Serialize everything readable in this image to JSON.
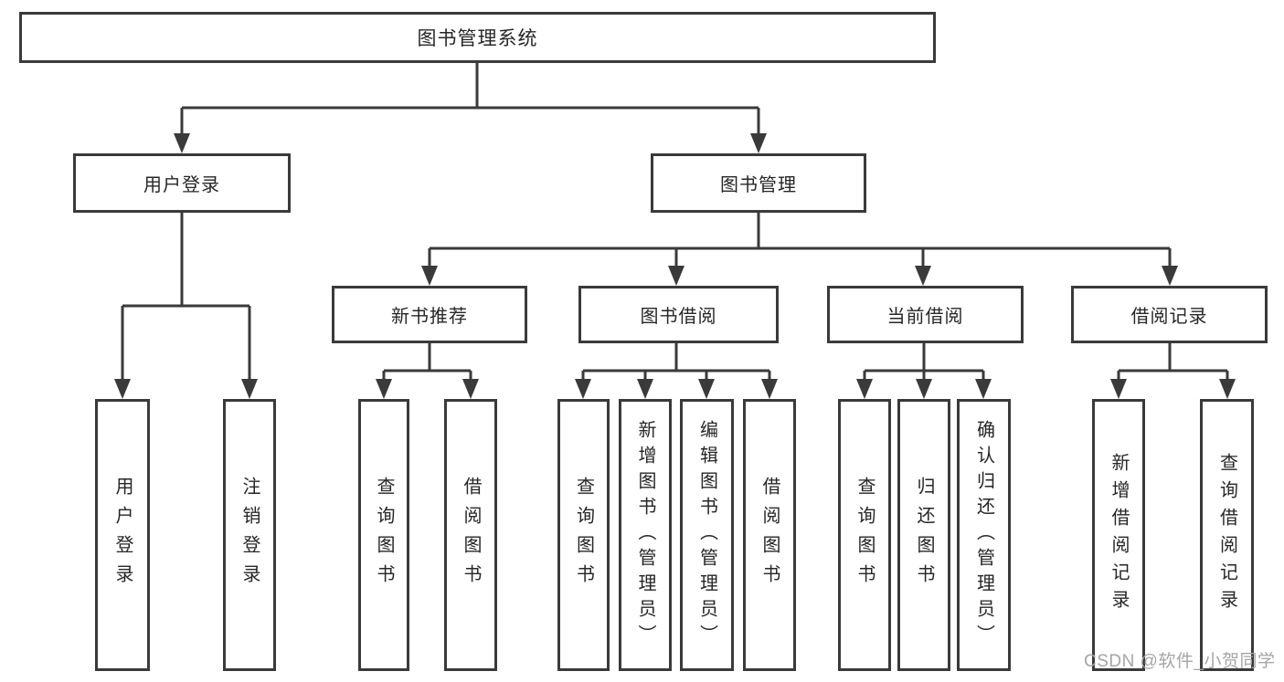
{
  "colors": {
    "line": "#3a3a3a",
    "text": "#262626",
    "watermark": "#a5a5a5",
    "background": "#ffffff"
  },
  "watermark": {
    "text": "CSDN @软件_小贺同学"
  },
  "diagram": {
    "root": {
      "label": "图书管理系统"
    },
    "level2": {
      "user_login": {
        "label": "用户登录"
      },
      "book_management": {
        "label": "图书管理"
      }
    },
    "level3": {
      "new_book_recommend": {
        "label": "新书推荐"
      },
      "book_borrow": {
        "label": "图书借阅"
      },
      "current_borrow": {
        "label": "当前借阅"
      },
      "borrow_records": {
        "label": "借阅记录"
      }
    },
    "leaves": {
      "user_login": {
        "label": "用户登录"
      },
      "logout": {
        "label": "注销登录"
      },
      "nb_query": {
        "label": "查询图书"
      },
      "nb_borrow": {
        "label": "借阅图书"
      },
      "bb_query": {
        "label": "查询图书"
      },
      "bb_add": {
        "label": "新增图书（管理员）"
      },
      "bb_edit": {
        "label": "编辑图书（管理员）"
      },
      "bb_borrow": {
        "label": "借阅图书"
      },
      "cb_query": {
        "label": "查询图书"
      },
      "cb_return": {
        "label": "归还图书"
      },
      "cb_confirm": {
        "label": "确认归还（管理员）"
      },
      "br_add": {
        "label": "新增借阅记录"
      },
      "br_query": {
        "label": "查询借阅记录"
      }
    }
  }
}
